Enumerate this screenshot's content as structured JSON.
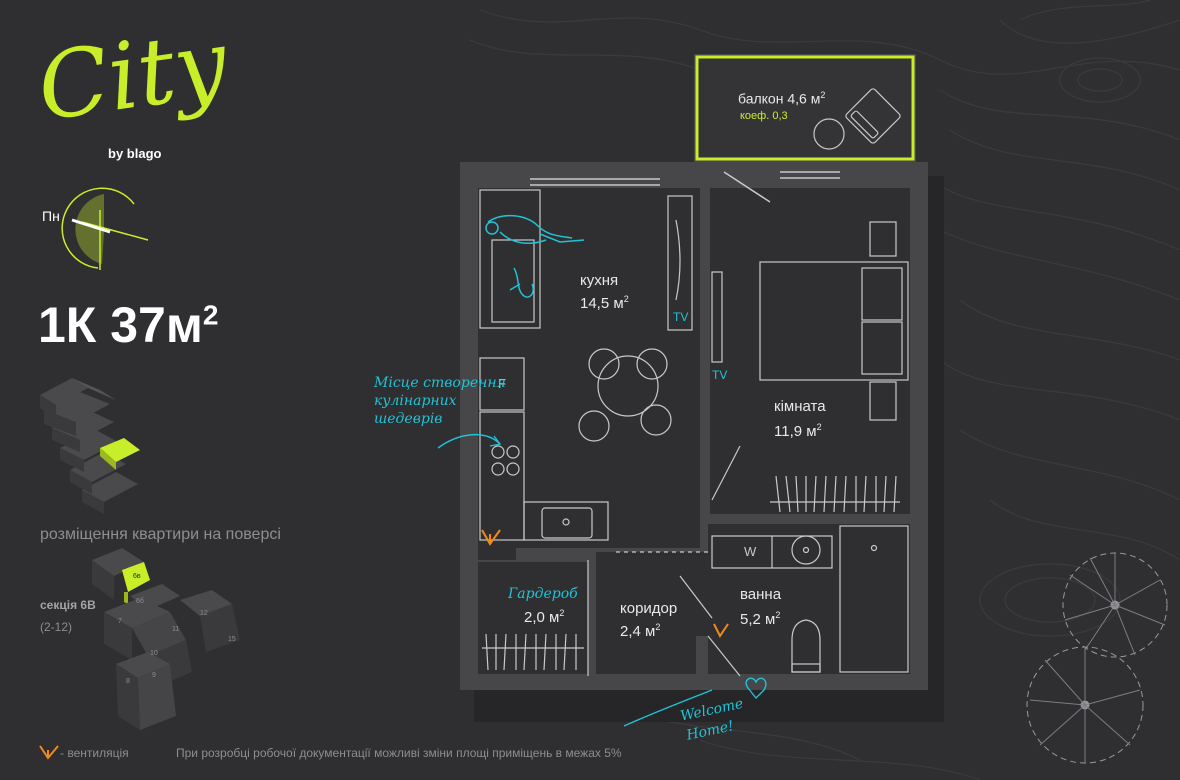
{
  "brand": {
    "logo": "City",
    "by": "by blago"
  },
  "compass": {
    "north": "Пн"
  },
  "apartment": {
    "rooms": "1К",
    "area": "37м",
    "area_sup": "2"
  },
  "floor_caption": "розміщення квартири на поверсі",
  "section": {
    "title": "секція 6В",
    "floors": "(2-12)",
    "numbers": [
      "6в",
      "6б",
      "12",
      "7",
      "11",
      "15",
      "10",
      "8",
      "9"
    ]
  },
  "rooms": {
    "balcony": {
      "name": "балкон",
      "area": "4,6 м",
      "sup": "2",
      "coef": "коеф. 0,3"
    },
    "kitchen": {
      "name": "кухня",
      "area": "14,5 м",
      "sup": "2"
    },
    "room": {
      "name": "кімната",
      "area": "11,9 м",
      "sup": "2"
    },
    "wardrobe": {
      "name": "Гардероб",
      "area": "2,0 м",
      "sup": "2"
    },
    "corridor": {
      "name": "коридор",
      "area": "2,4 м",
      "sup": "2"
    },
    "bath": {
      "name": "ванна",
      "area": "5,2 м",
      "sup": "2"
    }
  },
  "appliances": {
    "tv1": "TV",
    "tv2": "TV",
    "fridge": "F",
    "washer": "W"
  },
  "annotations": {
    "kitchen_note": [
      "Місце створення",
      "кулінарних",
      "шедеврів"
    ],
    "welcome": [
      "Welcome",
      "Home!"
    ]
  },
  "legend": {
    "ventilation": "- вентиляція"
  },
  "disclaimer": "При розробці робочої документації можливі зміни площі приміщень в межах 5%",
  "colors": {
    "accent_green": "#c8ee2a",
    "accent_cyan": "#1fc3d6",
    "accent_orange": "#f08a1c",
    "background": "#2f2f31"
  }
}
